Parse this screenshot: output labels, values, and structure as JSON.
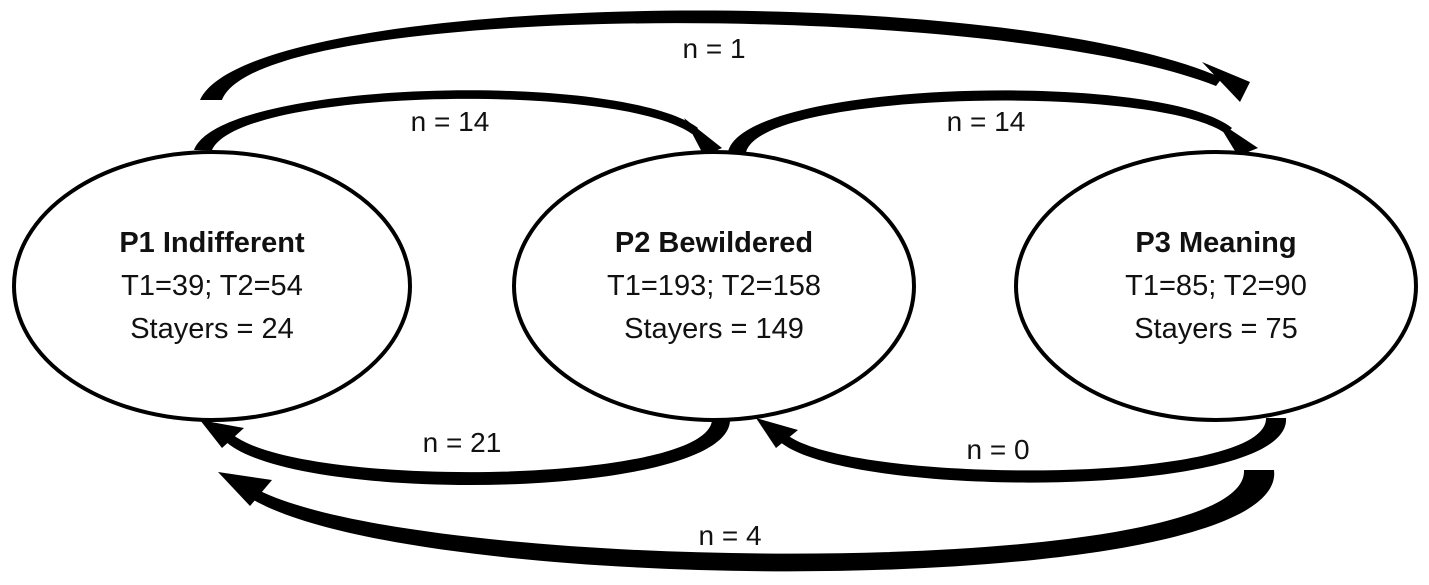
{
  "diagram": {
    "type": "state-transition",
    "nodes": [
      {
        "id": "p1",
        "title": "P1 Indifferent",
        "counts": "T1=39; T2=54",
        "stayers": "Stayers = 24"
      },
      {
        "id": "p2",
        "title": "P2 Bewildered",
        "counts": "T1=193; T2=158",
        "stayers": "Stayers = 149"
      },
      {
        "id": "p3",
        "title": "P3 Meaning",
        "counts": "T1=85; T2=90",
        "stayers": "Stayers = 75"
      }
    ],
    "edges": [
      {
        "id": "p1_to_p3",
        "from": "p1",
        "to": "p3",
        "label": "n = 1"
      },
      {
        "id": "p1_to_p2",
        "from": "p1",
        "to": "p2",
        "label": "n = 14"
      },
      {
        "id": "p2_to_p3",
        "from": "p2",
        "to": "p3",
        "label": "n = 14"
      },
      {
        "id": "p2_to_p1",
        "from": "p2",
        "to": "p1",
        "label": "n = 21"
      },
      {
        "id": "p3_to_p2",
        "from": "p3",
        "to": "p2",
        "label": "n = 0"
      },
      {
        "id": "p3_to_p1",
        "from": "p3",
        "to": "p1",
        "label": "n = 4"
      }
    ]
  }
}
